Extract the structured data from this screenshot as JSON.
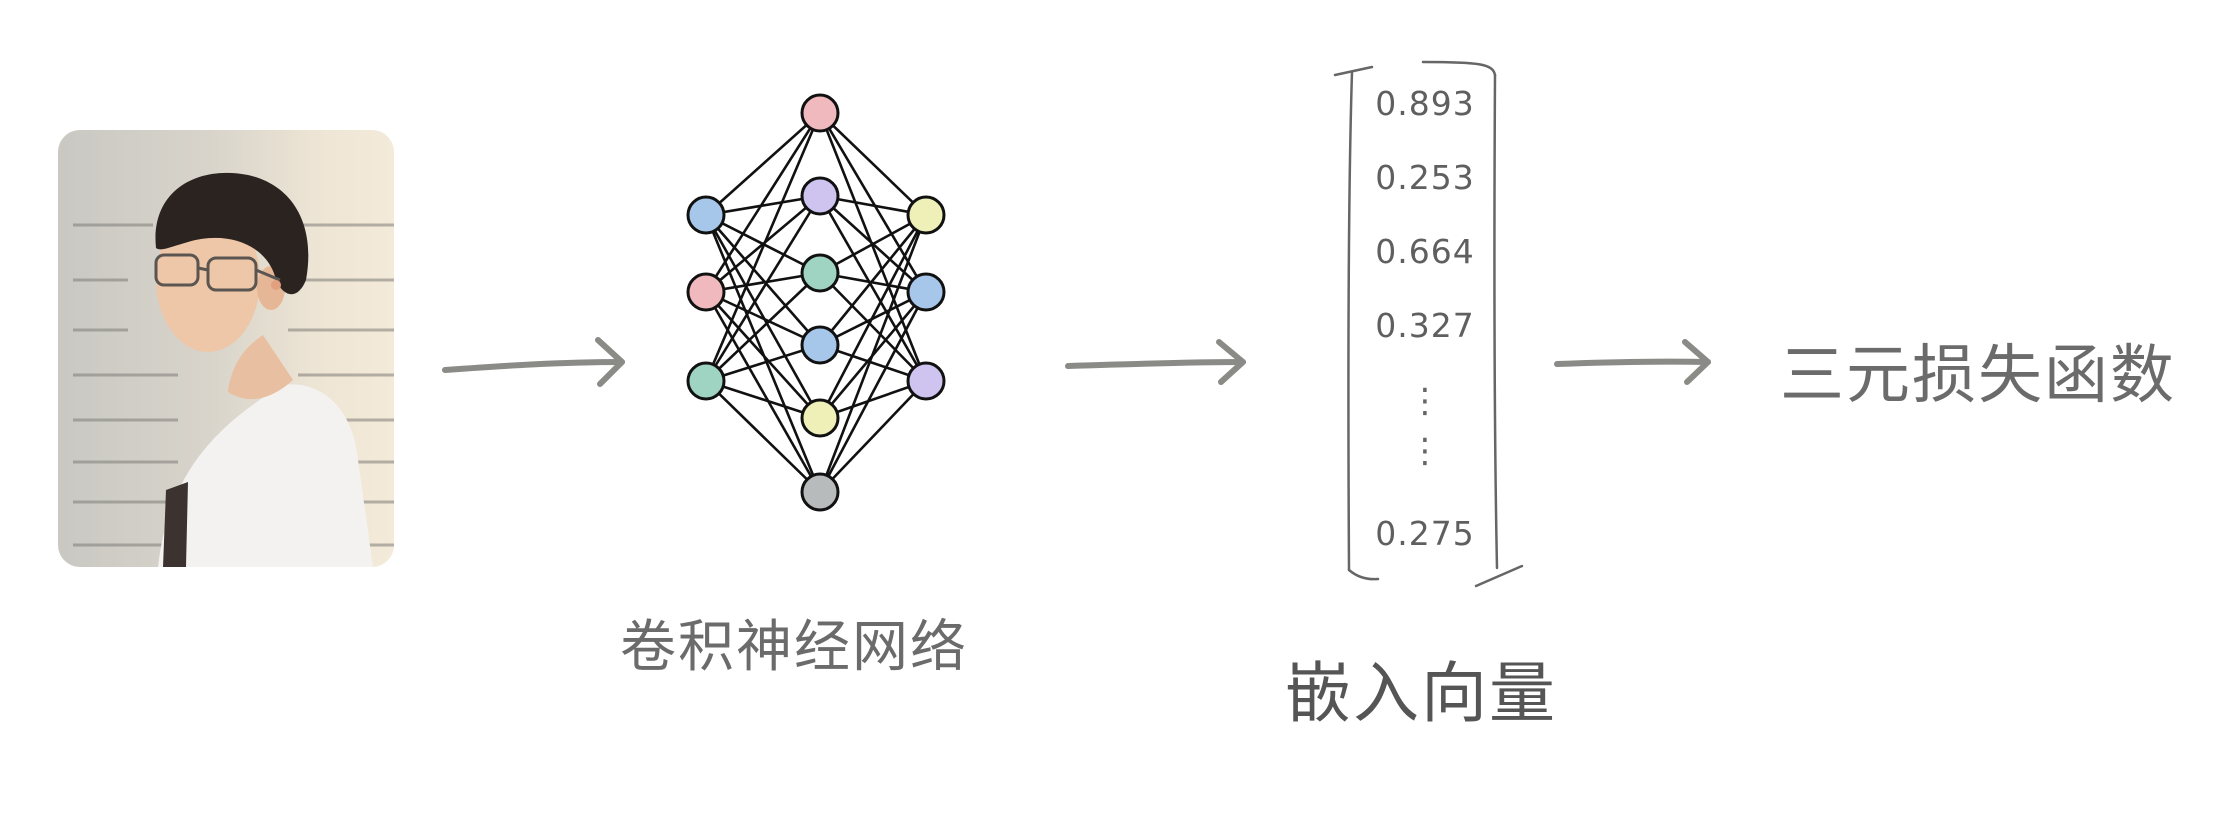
{
  "diagram": {
    "photo_alt": "portrait photo",
    "cnn_label": "卷积神经网络",
    "embedding_label": "嵌入向量",
    "loss_label": "三元损失函数",
    "embedding_values": [
      "0.893",
      "0.253",
      "0.664",
      "0.327"
    ],
    "embedding_last_value": "0.275",
    "ellipsis": "⋮",
    "network": {
      "layers": [
        3,
        6,
        3
      ],
      "colors": {
        "input": [
          "#a7c7ea",
          "#f0b9bd",
          "#9fd4c3"
        ],
        "hidden": [
          "#f0b9bd",
          "#cfc4f0",
          "#9fd4c3",
          "#a7c7ea",
          "#eef0b8",
          "#b8bbbb"
        ],
        "output": [
          "#eef0b8",
          "#a7c7ea",
          "#cfc4f0"
        ]
      }
    },
    "colors": {
      "arrow": "#8a8a86",
      "edge": "#111111",
      "text": "#6b6b6b"
    }
  }
}
